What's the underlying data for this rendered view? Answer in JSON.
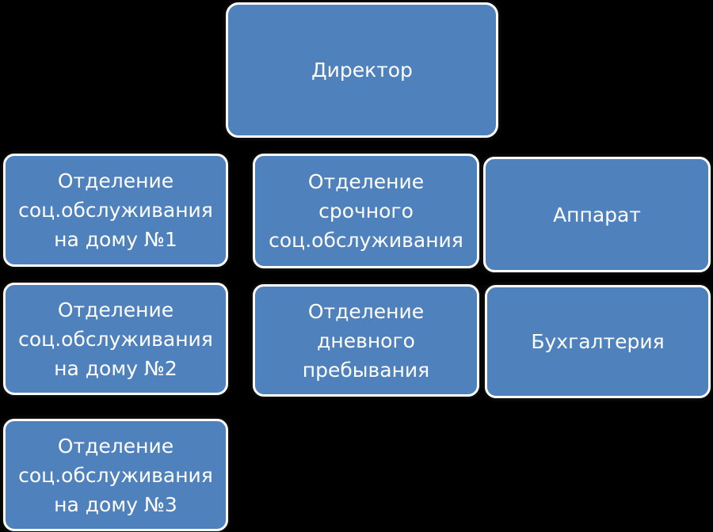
{
  "diagram": {
    "director": "Директор",
    "departments": {
      "home_service_1": "Отделение\nсоц.обслуживания\nна дому №1",
      "home_service_2": "Отделение\nсоц.обслуживания\nна дому №2",
      "home_service_3": "Отделение\nсоц.обслуживания\nна дому №3",
      "urgent_service": "Отделение\nсрочного\nсоц.обслуживания",
      "day_stay": "Отделение\nдневного\nпребывания",
      "apparatus": "Аппарат",
      "accounting": "Бухгалтерия"
    }
  },
  "colors": {
    "box_fill": "#4f81bd",
    "box_border": "#ffffff",
    "background": "#000000",
    "text": "#ffffff"
  }
}
